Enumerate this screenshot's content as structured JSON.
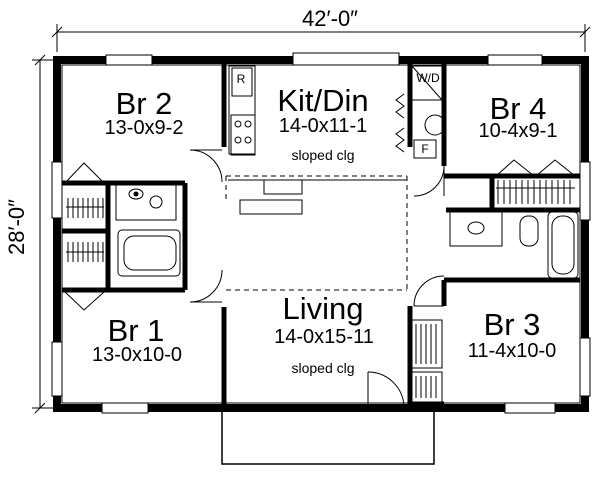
{
  "overall": {
    "width": "42′-0″",
    "depth": "28′-0″"
  },
  "rooms": {
    "br2": {
      "name": "Br 2",
      "dims": "13-0x9-2"
    },
    "kit": {
      "name": "Kit/Din",
      "dims": "14-0x11-1",
      "note": "sloped clg"
    },
    "br4": {
      "name": "Br 4",
      "dims": "10-4x9-1"
    },
    "br1": {
      "name": "Br 1",
      "dims": "13-0x10-0"
    },
    "living": {
      "name": "Living",
      "dims": "14-0x15-11",
      "note": "sloped clg"
    },
    "br3": {
      "name": "Br 3",
      "dims": "11-4x10-0"
    }
  },
  "fixtures": {
    "refrigerator": "R",
    "washer_dryer": "W/D",
    "furnace": "F"
  }
}
